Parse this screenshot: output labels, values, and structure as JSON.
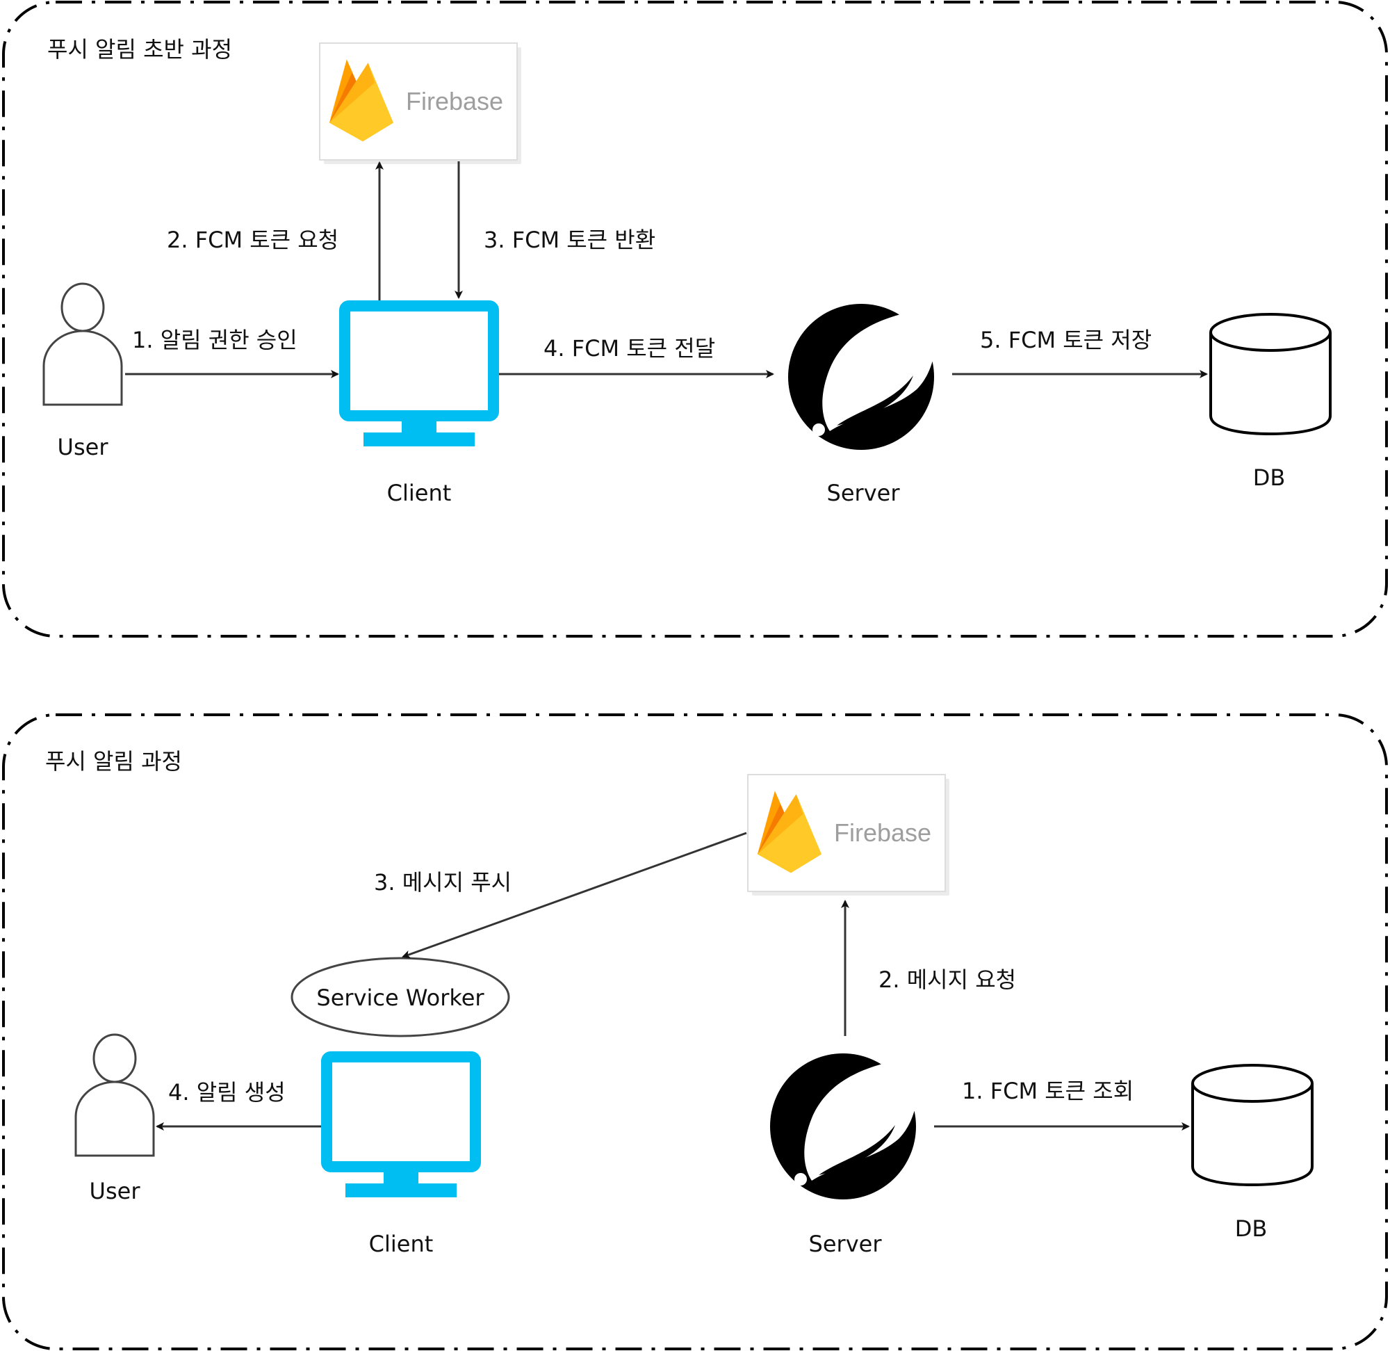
{
  "panels": [
    {
      "title": "푸시 알림 초반 과정",
      "nodes": {
        "user": "User",
        "client": "Client",
        "server": "Server",
        "db": "DB",
        "firebase": "Firebase"
      },
      "steps": [
        "1. 알림 권한 승인",
        "2. FCM 토큰 요청",
        "3. FCM 토큰 반환",
        "4. FCM 토큰 전달",
        "5. FCM 토큰 저장"
      ]
    },
    {
      "title": "푸시 알림 과정",
      "nodes": {
        "user": "User",
        "client": "Client",
        "server": "Server",
        "db": "DB",
        "firebase": "Firebase",
        "service_worker": "Service Worker"
      },
      "steps": [
        "1. FCM 토큰 조회",
        "2. 메시지 요청",
        "3. 메시지 푸시",
        "4. 알림 생성"
      ]
    }
  ],
  "colors": {
    "client_monitor": "#00BEF2",
    "firebase_dark": "#F57C00",
    "firebase_mid": "#FFA000",
    "firebase_light": "#FFCA28",
    "spring_logo": "#000000"
  },
  "icons": {
    "user": "person-icon",
    "client": "monitor-icon",
    "server": "spring-logo",
    "db": "database-cylinder-icon",
    "firebase": "firebase-flame-logo"
  }
}
